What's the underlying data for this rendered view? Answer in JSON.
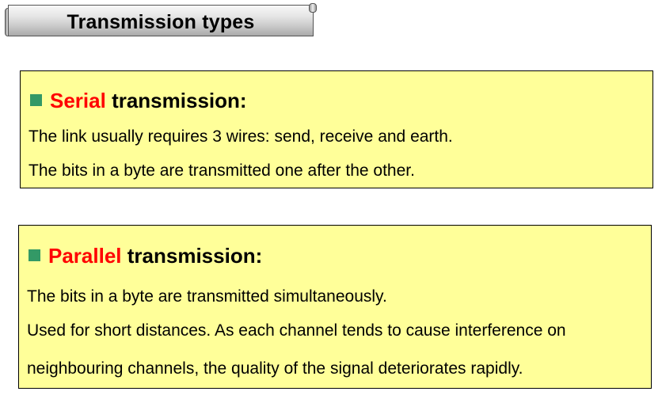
{
  "title": "Transmission types",
  "accent_color": "#ff0000",
  "bullet_color": "#339966",
  "box_color": "#ffff99",
  "serial": {
    "heading_accent": "Serial",
    "heading_rest": "transmission:",
    "lines": [
      "The link usually requires 3 wires: send, receive and earth.",
      "The bits in a byte are transmitted one after the other."
    ]
  },
  "parallel": {
    "heading_accent": "Parallel",
    "heading_rest": "transmission:",
    "lines": [
      "The bits in a byte are transmitted simultaneously.",
      "Used for short distances. As each channel tends to cause interference on",
      "neighbouring channels, the quality of the signal deteriorates rapidly."
    ]
  }
}
